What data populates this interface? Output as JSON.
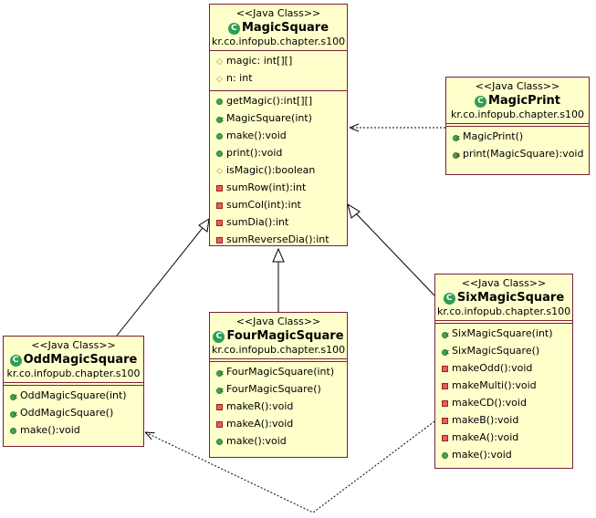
{
  "classes": {
    "magic_square": {
      "stereotype": "<<Java Class>>",
      "name": "MagicSquare",
      "package": "kr.co.infopub.chapter.s100",
      "fields": [
        "magic: int[][]",
        "n: int"
      ],
      "methods": [
        "getMagic():int[][]",
        "MagicSquare(int)",
        "make():void",
        "print():void",
        "isMagic():boolean",
        "sumRow(int):int",
        "sumCol(int):int",
        "sumDia():int",
        "sumReverseDia():int"
      ]
    },
    "magic_print": {
      "stereotype": "<<Java Class>>",
      "name": "MagicPrint",
      "package": "kr.co.infopub.chapter.s100",
      "methods": [
        "MagicPrint()",
        "print(MagicSquare):void"
      ]
    },
    "odd_magic_square": {
      "stereotype": "<<Java Class>>",
      "name": "OddMagicSquare",
      "package": "kr.co.infopub.chapter.s100",
      "methods": [
        "OddMagicSquare(int)",
        "OddMagicSquare()",
        "make():void"
      ]
    },
    "four_magic_square": {
      "stereotype": "<<Java Class>>",
      "name": "FourMagicSquare",
      "package": "kr.co.infopub.chapter.s100",
      "methods": [
        "FourMagicSquare(int)",
        "FourMagicSquare()",
        "makeR():void",
        "makeA():void",
        "make():void"
      ]
    },
    "six_magic_square": {
      "stereotype": "<<Java Class>>",
      "name": "SixMagicSquare",
      "package": "kr.co.infopub.chapter.s100",
      "methods": [
        "SixMagicSquare(int)",
        "SixMagicSquare()",
        "makeOdd():void",
        "makeMulti():void",
        "makeCD():void",
        "makeB():void",
        "makeA():void",
        "make():void"
      ]
    }
  },
  "icons": {
    "class_badge": "C",
    "public": "public-method-icon",
    "private": "private-method-icon",
    "protected": "protected-field-icon",
    "constructor": "constructor-icon",
    "static": "static-method-icon"
  },
  "colors": {
    "class_fill": "#ffffcc",
    "class_border": "#7a1f3d",
    "public": "#4aa24a",
    "private": "#e06060",
    "protected": "#b8860b",
    "badge": "#2e9e55"
  }
}
